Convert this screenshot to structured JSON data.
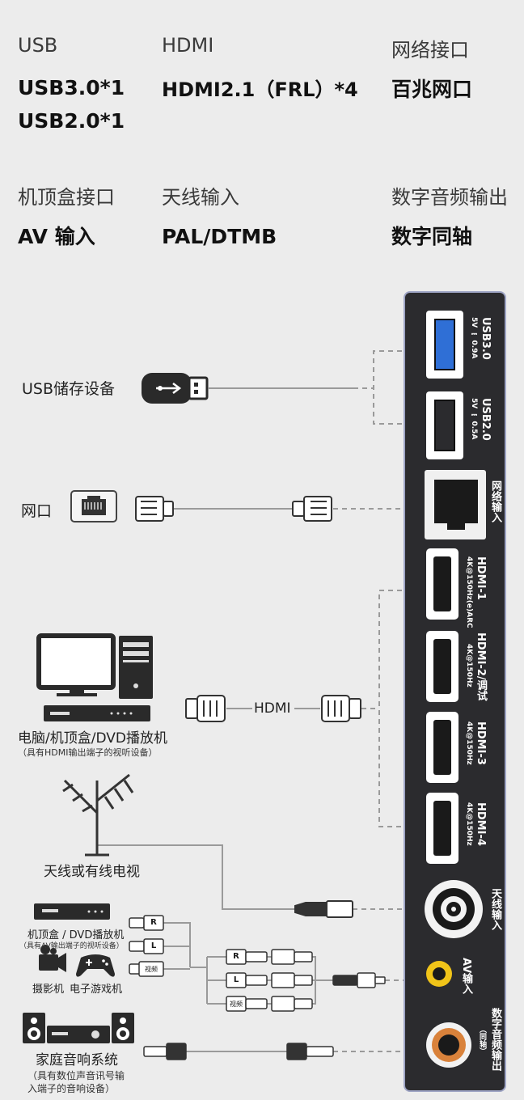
{
  "specs": [
    {
      "label": "USB",
      "values": [
        "USB3.0*1",
        "USB2.0*1"
      ]
    },
    {
      "label": "HDMI",
      "values": [
        "HDMI2.1（FRL）*4"
      ]
    },
    {
      "label": "网络接口",
      "values": [
        "百兆网口"
      ]
    },
    {
      "label": "机顶盒接口",
      "values": [
        "AV 输入"
      ]
    },
    {
      "label": "天线输入",
      "values": [
        "PAL/DTMB"
      ]
    },
    {
      "label": "数字音频输出",
      "values": [
        "数字同轴"
      ]
    }
  ],
  "devices": {
    "usb_storage": "USB储存设备",
    "network": "网口",
    "computer": "电脑/机顶盒/DVD播放机",
    "computer_sub": "（具有HDMI输出端子的视听设备）",
    "cable_hdmi": "HDMI",
    "antenna": "天线或有线电视",
    "settop": "机顶盒 / DVD播放机",
    "settop_sub": "（具有AV输出端子的视听设备）",
    "camera": "摄影机",
    "gamepad": "电子游戏机",
    "home_audio": "家庭音响系统",
    "home_audio_sub": [
      "（具有数位声音讯号输",
      "入端子的音响设备）"
    ],
    "rca_r": "R",
    "rca_l": "L",
    "rca_video": "视频"
  },
  "ports": {
    "usb3": {
      "name": "USB3.0",
      "spec": "5V ⎓ 0.9A"
    },
    "usb2": {
      "name": "USB2.0",
      "spec": "5V ⎓ 0.5A"
    },
    "lan": {
      "name": "网络输入"
    },
    "hdmi1": {
      "name": "HDMI-1",
      "spec": "4K@150Hz(e)ARC"
    },
    "hdmi2": {
      "name": "HDMI-2/调试",
      "spec": "4K@150Hz"
    },
    "hdmi3": {
      "name": "HDMI-3",
      "spec": "4K@150Hz"
    },
    "hdmi4": {
      "name": "HDMI-4",
      "spec": "4K@150Hz"
    },
    "antenna": {
      "name": "天线输入"
    },
    "av": {
      "name": "AV输入"
    },
    "spdif": {
      "name": "数字音频输出",
      "spec": "（同轴）"
    }
  },
  "colors": {
    "background": "#ececec",
    "panel": "#2b2b2e",
    "panel_border": "#9ea4c4",
    "usb3_blue": "#2f6fd6",
    "av_yellow": "#f0c419",
    "coax_orange": "#d9823b"
  }
}
